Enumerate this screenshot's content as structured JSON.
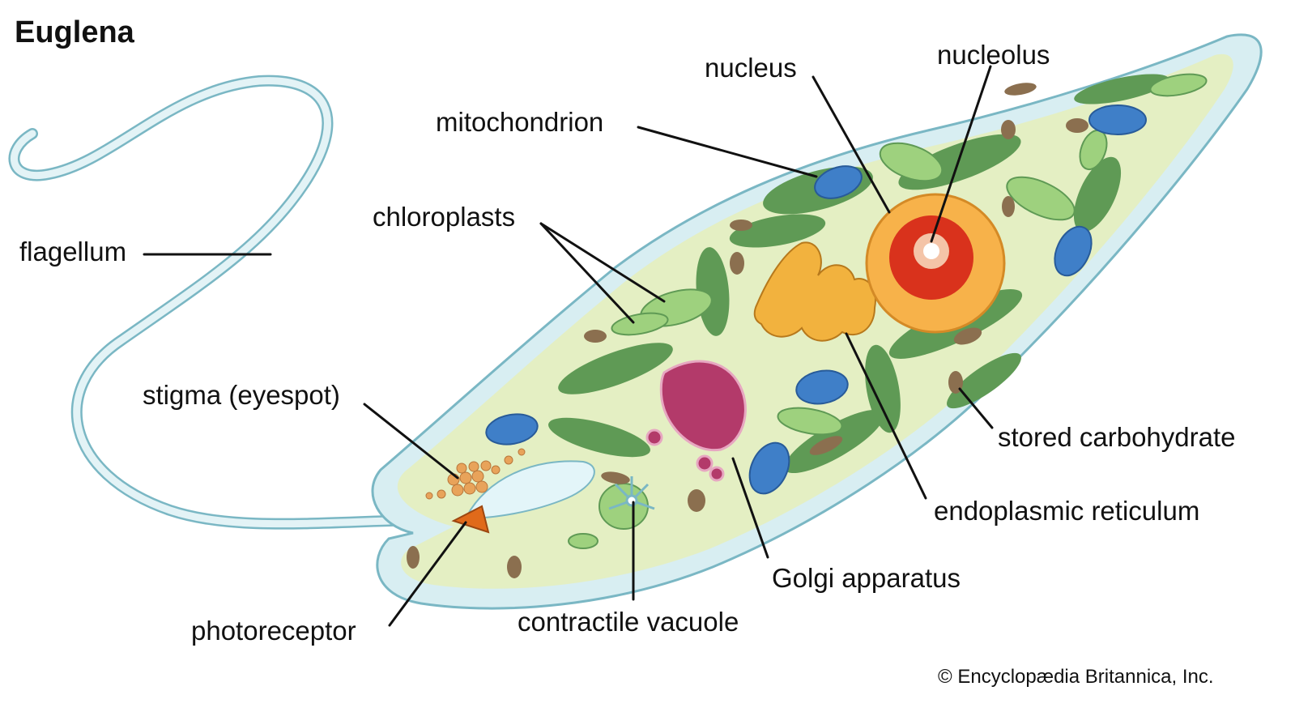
{
  "title": "Euglena",
  "labels": {
    "flagellum": "flagellum",
    "stigma": "stigma (eyespot)",
    "photoreceptor": "photoreceptor",
    "contractile_vacuole": "contractile vacuole",
    "golgi": "Golgi apparatus",
    "endoplasmic_reticulum": "endoplasmic reticulum",
    "stored_carbohydrate": "stored carbohydrate",
    "chloroplasts": "chloroplasts",
    "mitochondrion": "mitochondrion",
    "nucleus": "nucleus",
    "nucleolus": "nucleolus"
  },
  "credit": "© Encyclopædia Britannica, Inc.",
  "colors": {
    "membrane": "#d8eef2",
    "membrane_edge": "#7ab7c4",
    "cytoplasm": "#e4efc3",
    "chloroplast_dark": "#5f9a55",
    "chloroplast_light": "#9ed17e",
    "mitochondrion": "#3f7fc8",
    "nucleus": "#f7b24a",
    "nucleolus": "#d9321c",
    "golgi": "#b33a6a",
    "er": "#f2b23e",
    "stigma": "#e8a35a",
    "photoreceptor": "#e06a1a",
    "carbohydrate": "#8b6f4f"
  }
}
